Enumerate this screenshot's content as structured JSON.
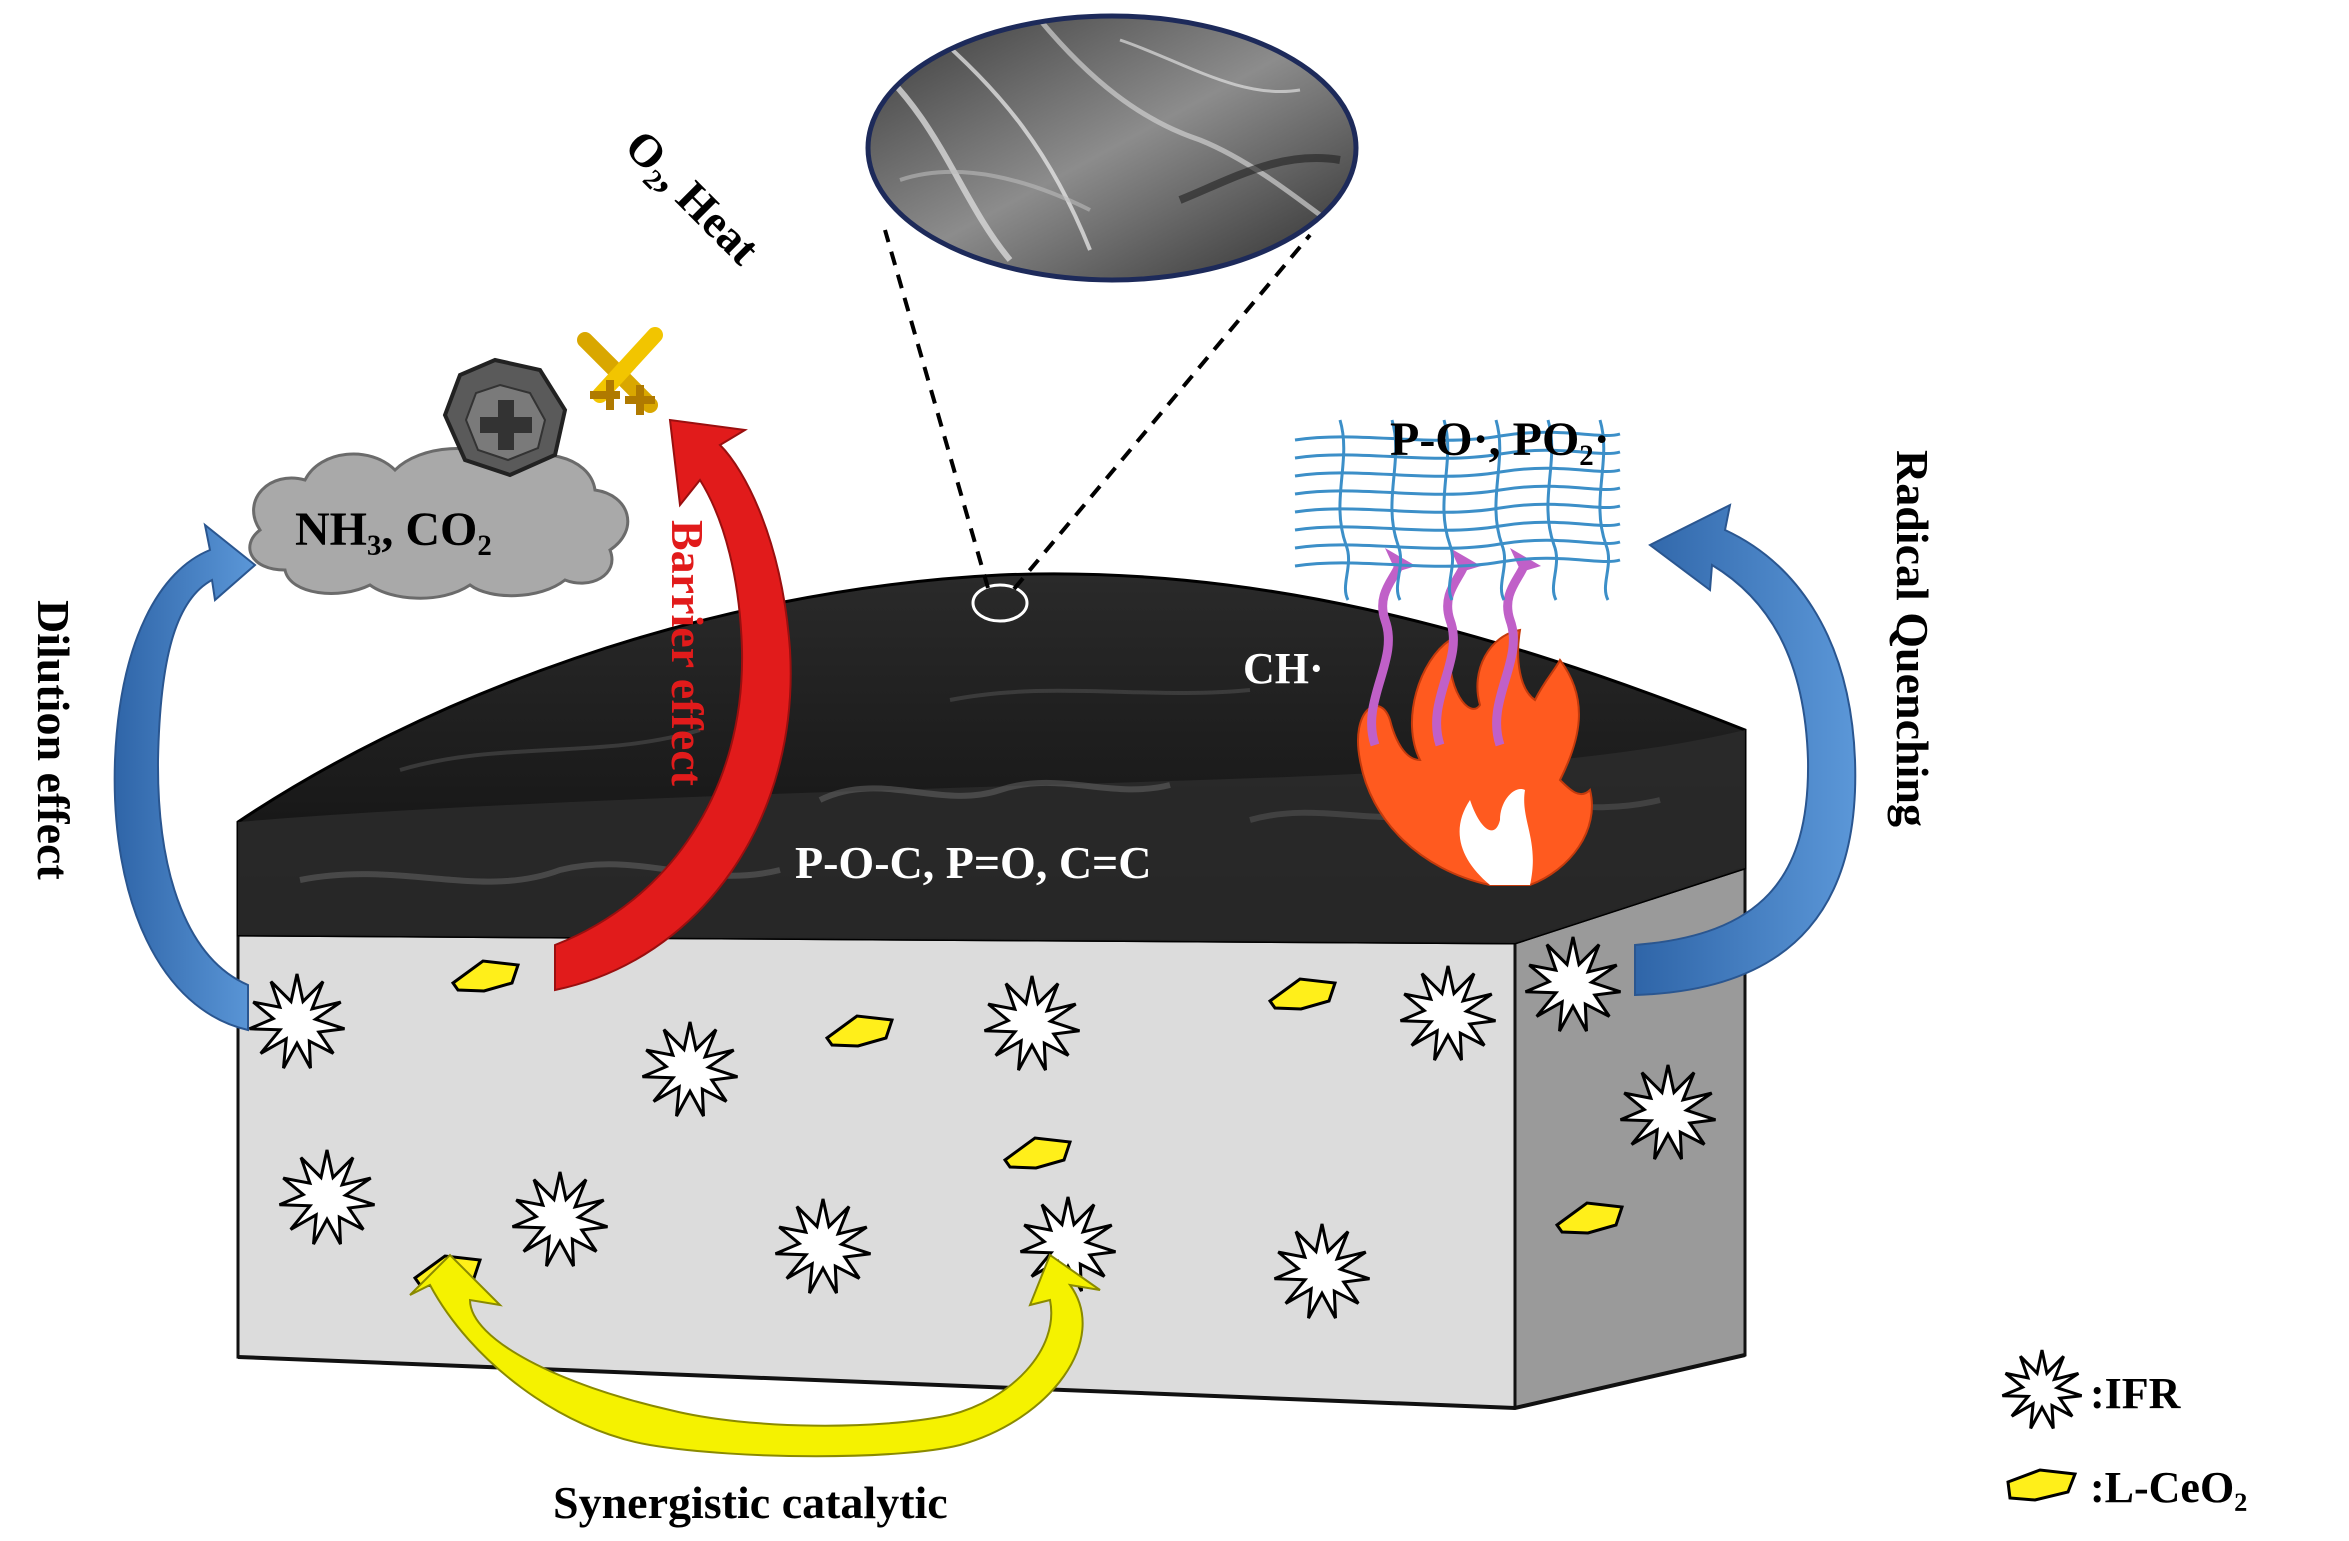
{
  "labels": {
    "o2_heat": "O₂, Heat",
    "nh3_co2": "NH₃, CO₂",
    "barrier_effect": "Barrier effect",
    "dilution_effect": "Dilution effect",
    "radical_quenching": "Radical Quenching",
    "radicals": "P-O·, PO₂·",
    "ch_radical": "CH·",
    "char_bonds": "P-O-C, P=O, C=C",
    "synergistic": "Synergistic catalytic"
  },
  "legend": {
    "ifr": ":IFR",
    "ceo2": ":L-CeO₂"
  },
  "colors": {
    "char": "#1c1c1c",
    "block_front": "#dcdcdc",
    "block_side": "#9a9a9a",
    "blue_arrow": "#4a7fc1",
    "red_arrow": "#e11b1b",
    "yellow_arrow": "#f5f200",
    "flame": "#ff5a1f",
    "magenta": "#c060c8",
    "net": "#3c8fc8",
    "ceo2": "#ffef1a",
    "cloud": "#a9a9a9"
  },
  "icons": [
    "shield-icon",
    "crossed-swords-icon",
    "flame-icon",
    "radical-net-icon",
    "ifr-star-icon",
    "ceo2-flake-icon",
    "sem-inset"
  ]
}
